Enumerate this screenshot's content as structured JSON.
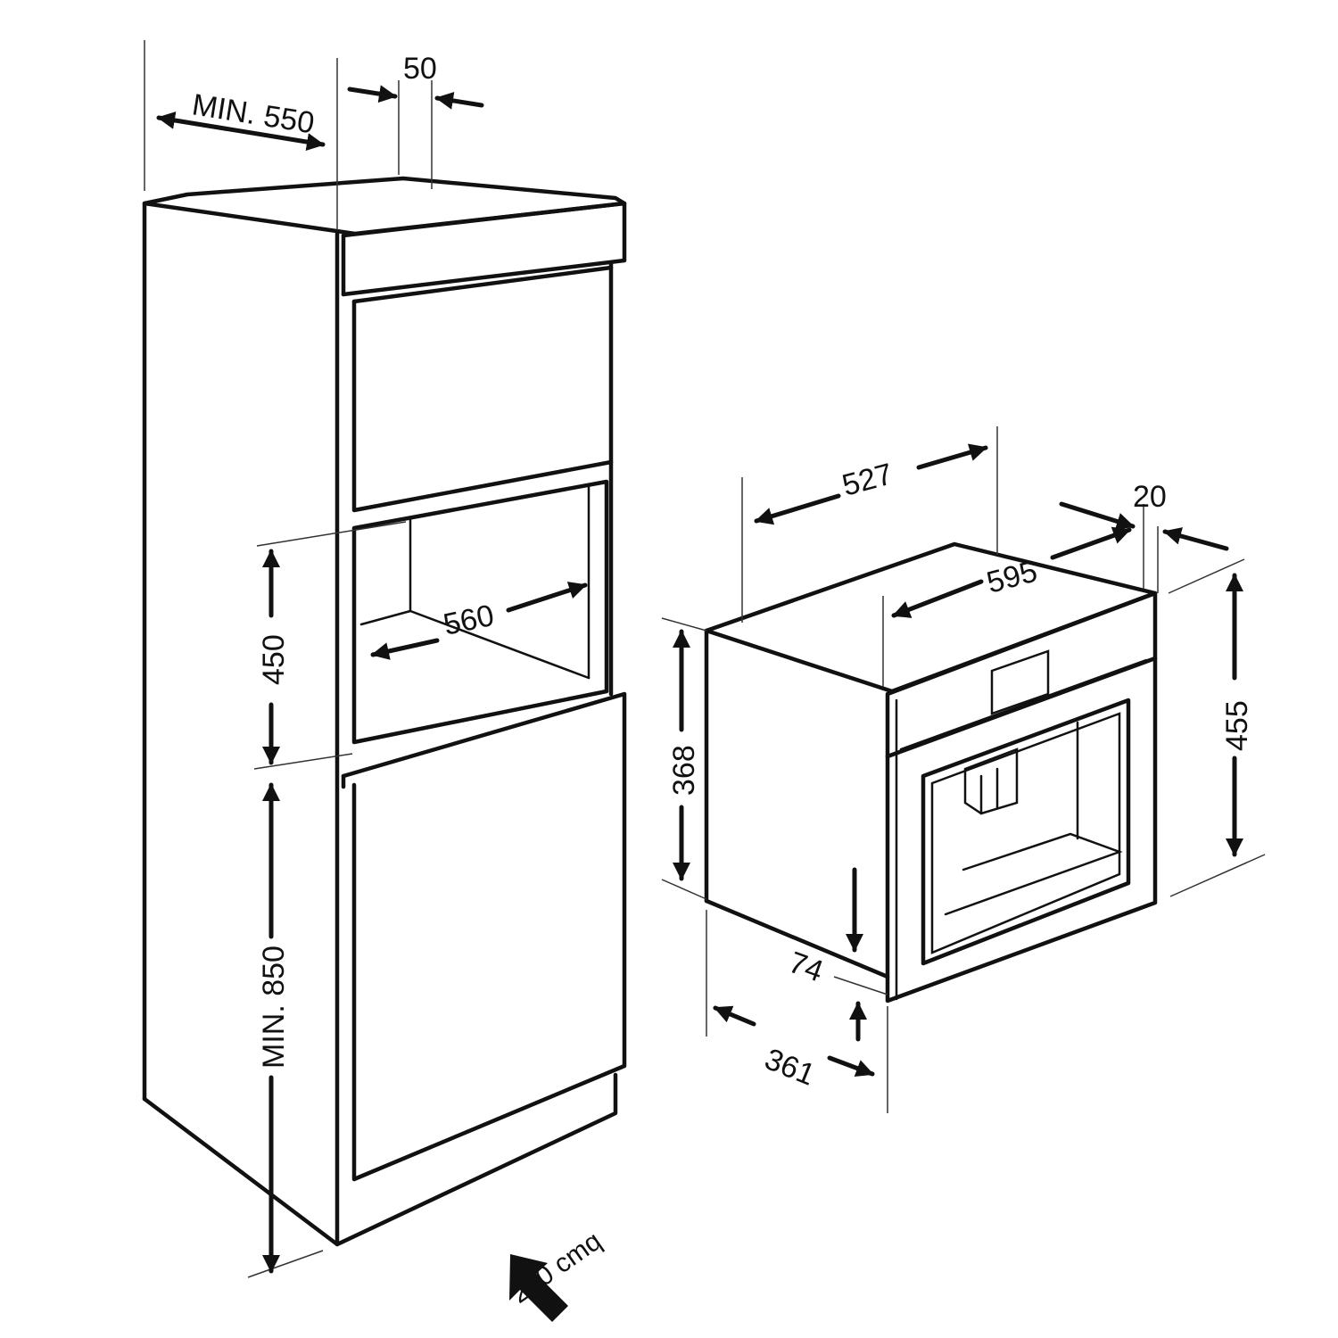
{
  "labels": {
    "min_550": "MIN. 550",
    "gap_50": "50",
    "height_450": "450",
    "width_560": "560",
    "min_850": "MIN. 850",
    "vent_200": "200 cmq",
    "width_527": "527",
    "width_595": "595",
    "depth_20": "20",
    "height_368": "368",
    "height_455": "455",
    "depth_74": "74",
    "depth_361": "361"
  }
}
